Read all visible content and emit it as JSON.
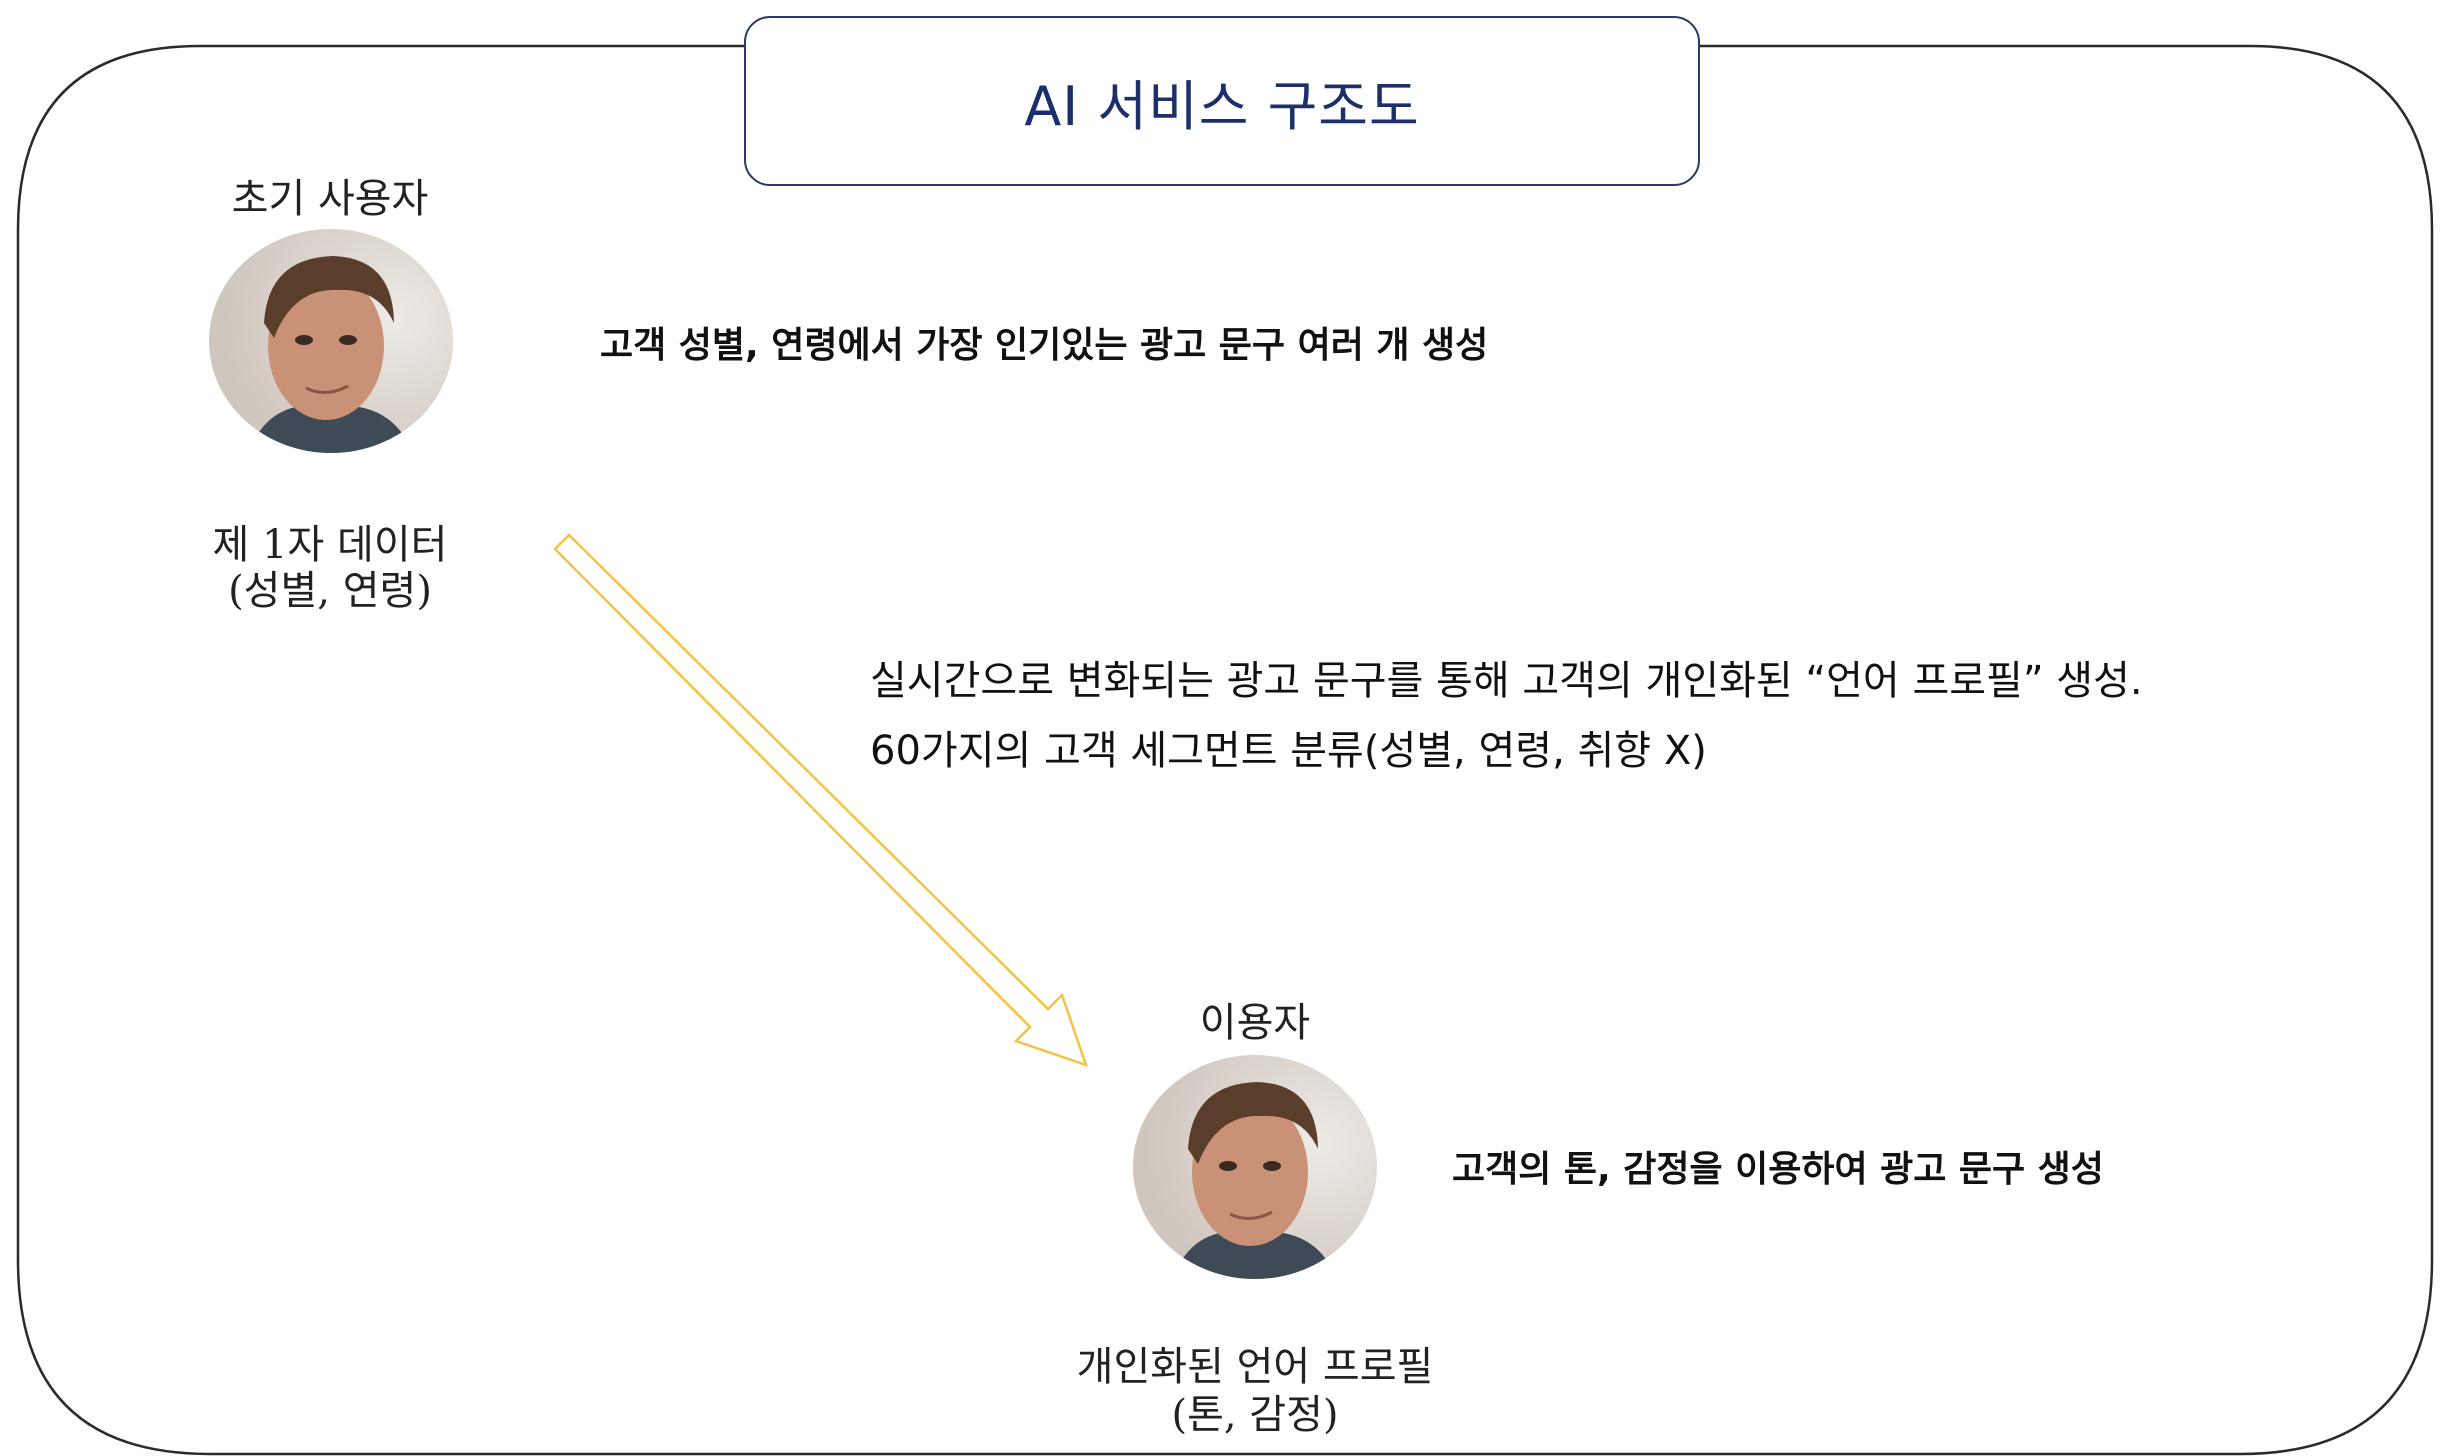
{
  "title": "AI 서비스 구조도",
  "initial_user": {
    "label": "초기 사용자",
    "data_line1": "제 1자 데이터",
    "data_line2": "(성별, 연령)",
    "action": "고객 성별, 연령에서 가장 인기있는 광고 문구 여러 개 생성"
  },
  "description": {
    "line1": "실시간으로 변화되는 광고 문구를 통해 고객의 개인화된 “언어 프로필” 생성.",
    "line2": "60가지의 고객 세그먼트 분류(성별, 연령, 취향 X)"
  },
  "user": {
    "label": "이용자",
    "profile_line1": "개인화된 언어 프로필",
    "profile_line2": "(톤, 감정)",
    "action": "고객의 톤, 감정을 이용하여 광고 문구 생성"
  },
  "colors": {
    "frame": "#2b2b2b",
    "title_border": "#2b3a6b",
    "title_text": "#1c2f6b",
    "arrow": "#f5c242"
  },
  "icons": {
    "initial_avatar": "person-face-icon",
    "user_avatar": "person-face-icon",
    "flow_arrow": "down-right-arrow-icon"
  }
}
